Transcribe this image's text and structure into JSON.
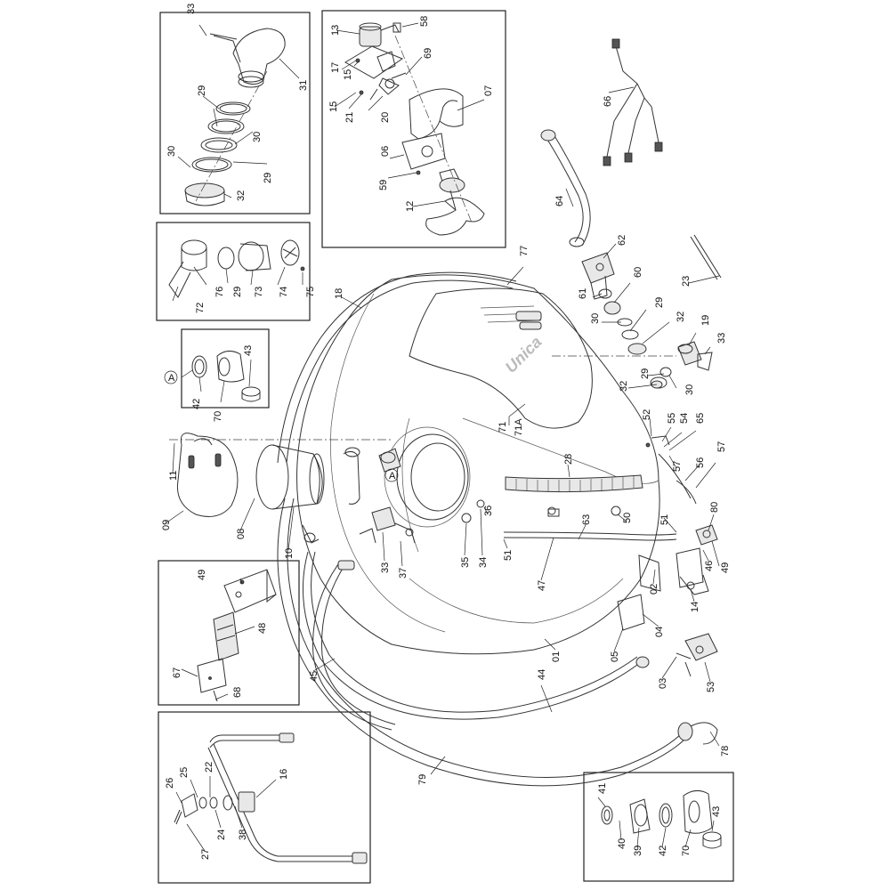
{
  "callouts": [
    {
      "id": "c33a",
      "text": "33"
    },
    {
      "id": "c31a",
      "text": "31"
    },
    {
      "id": "c29a",
      "text": "29"
    },
    {
      "id": "c30a",
      "text": "30"
    },
    {
      "id": "c29b",
      "text": "29"
    },
    {
      "id": "c30b",
      "text": "30"
    },
    {
      "id": "c32a",
      "text": "32"
    },
    {
      "id": "c13",
      "text": "13"
    },
    {
      "id": "c58",
      "text": "58"
    },
    {
      "id": "c17",
      "text": "17"
    },
    {
      "id": "c15a",
      "text": "15"
    },
    {
      "id": "c69",
      "text": "69"
    },
    {
      "id": "c15b",
      "text": "15"
    },
    {
      "id": "c21",
      "text": "21"
    },
    {
      "id": "c20",
      "text": "20"
    },
    {
      "id": "c07",
      "text": "07"
    },
    {
      "id": "c06",
      "text": "06"
    },
    {
      "id": "c59",
      "text": "59"
    },
    {
      "id": "c12",
      "text": "12"
    },
    {
      "id": "c66",
      "text": "66"
    },
    {
      "id": "c64",
      "text": "64"
    },
    {
      "id": "c62",
      "text": "62"
    },
    {
      "id": "c23",
      "text": "23"
    },
    {
      "id": "c61",
      "text": "61"
    },
    {
      "id": "c60",
      "text": "60"
    },
    {
      "id": "c30c",
      "text": "30"
    },
    {
      "id": "c29c",
      "text": "29"
    },
    {
      "id": "c32b",
      "text": "32"
    },
    {
      "id": "c19",
      "text": "19"
    },
    {
      "id": "c33b",
      "text": "33"
    },
    {
      "id": "c32c",
      "text": "32"
    },
    {
      "id": "c29d",
      "text": "29"
    },
    {
      "id": "c30d",
      "text": "30"
    },
    {
      "id": "c72",
      "text": "72"
    },
    {
      "id": "c76",
      "text": "76"
    },
    {
      "id": "c29e",
      "text": "29"
    },
    {
      "id": "c73",
      "text": "73"
    },
    {
      "id": "c74",
      "text": "74"
    },
    {
      "id": "c75",
      "text": "75"
    },
    {
      "id": "c77",
      "text": "77"
    },
    {
      "id": "c18",
      "text": "18"
    },
    {
      "id": "cA1",
      "text": "A"
    },
    {
      "id": "c42a",
      "text": "42"
    },
    {
      "id": "c70a",
      "text": "70"
    },
    {
      "id": "c43a",
      "text": "43"
    },
    {
      "id": "c71",
      "text": "71"
    },
    {
      "id": "c71A",
      "text": "71A"
    },
    {
      "id": "c52",
      "text": "52"
    },
    {
      "id": "c55",
      "text": "55"
    },
    {
      "id": "c54",
      "text": "54"
    },
    {
      "id": "c65",
      "text": "65"
    },
    {
      "id": "c57a",
      "text": "57"
    },
    {
      "id": "c56",
      "text": "56"
    },
    {
      "id": "c57b",
      "text": "57"
    },
    {
      "id": "c28",
      "text": "28"
    },
    {
      "id": "c11",
      "text": "11"
    },
    {
      "id": "c09",
      "text": "09"
    },
    {
      "id": "c08",
      "text": "08"
    },
    {
      "id": "c10",
      "text": "10"
    },
    {
      "id": "cA2",
      "text": "A"
    },
    {
      "id": "c36",
      "text": "36"
    },
    {
      "id": "c33c",
      "text": "33"
    },
    {
      "id": "c37",
      "text": "37"
    },
    {
      "id": "c35",
      "text": "35"
    },
    {
      "id": "c34",
      "text": "34"
    },
    {
      "id": "c51a",
      "text": "51"
    },
    {
      "id": "c47",
      "text": "47"
    },
    {
      "id": "c63",
      "text": "63"
    },
    {
      "id": "c50",
      "text": "50"
    },
    {
      "id": "c51b",
      "text": "51"
    },
    {
      "id": "c80",
      "text": "80"
    },
    {
      "id": "c46",
      "text": "46"
    },
    {
      "id": "c49a",
      "text": "49"
    },
    {
      "id": "c02",
      "text": "02"
    },
    {
      "id": "c14",
      "text": "14"
    },
    {
      "id": "c05",
      "text": "05"
    },
    {
      "id": "c04",
      "text": "04"
    },
    {
      "id": "c01",
      "text": "01"
    },
    {
      "id": "c03",
      "text": "03"
    },
    {
      "id": "c53",
      "text": "53"
    },
    {
      "id": "c44",
      "text": "44"
    },
    {
      "id": "c45",
      "text": "45"
    },
    {
      "id": "c49b",
      "text": "49"
    },
    {
      "id": "c48",
      "text": "48"
    },
    {
      "id": "c67",
      "text": "67"
    },
    {
      "id": "c68",
      "text": "68"
    },
    {
      "id": "c78",
      "text": "78"
    },
    {
      "id": "c79",
      "text": "79"
    },
    {
      "id": "c16",
      "text": "16"
    },
    {
      "id": "c26",
      "text": "26"
    },
    {
      "id": "c25",
      "text": "25"
    },
    {
      "id": "c22",
      "text": "22"
    },
    {
      "id": "c24",
      "text": "24"
    },
    {
      "id": "c38",
      "text": "38"
    },
    {
      "id": "c27",
      "text": "27"
    },
    {
      "id": "c41",
      "text": "41"
    },
    {
      "id": "c40",
      "text": "40"
    },
    {
      "id": "c39",
      "text": "39"
    },
    {
      "id": "c42b",
      "text": "42"
    },
    {
      "id": "c70b",
      "text": "70"
    },
    {
      "id": "c43b",
      "text": "43"
    }
  ],
  "brand": {
    "logo_text": "Unica"
  },
  "colors": {
    "line": "#333333",
    "background": "#ffffff"
  }
}
